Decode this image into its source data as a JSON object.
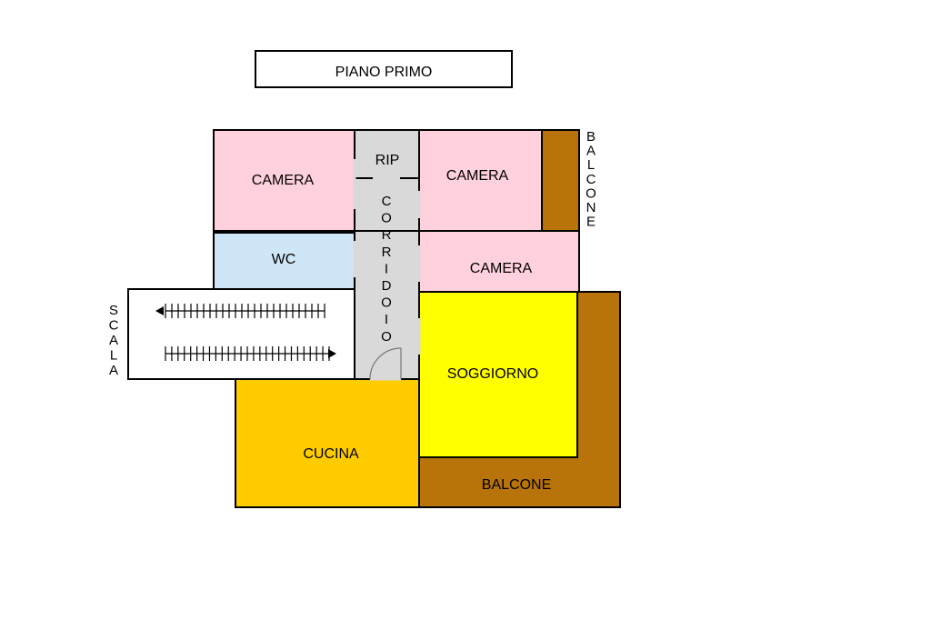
{
  "title": "PIANO PRIMO",
  "colors": {
    "camera": "#ffd1dc",
    "wc": "#cfe6f7",
    "corridoio": "#d9d9d9",
    "soggiorno": "#ffff00",
    "cucina": "#ffcc00",
    "balcone": "#b8730a",
    "scala": "#ffffff",
    "wall": "#000000"
  },
  "rooms": {
    "camera_1": "CAMERA",
    "camera_2": "CAMERA",
    "camera_3": "CAMERA",
    "rip": "RIP",
    "wc": "WC",
    "corridoio": "CORRIDOIO",
    "soggiorno": "SOGGIORNO",
    "cucina": "CUCINA",
    "balcone_bottom": "BALCONE",
    "balcone_side": "BALCONE",
    "scala": "SCALA"
  }
}
